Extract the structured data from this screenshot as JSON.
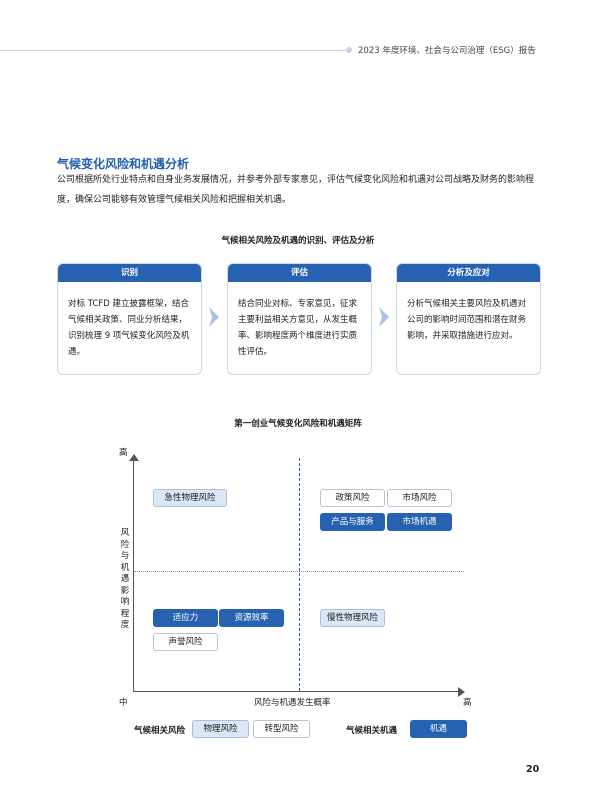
{
  "header": {
    "report_title": "2023 年度环境、社会与公司治理（ESG）报告"
  },
  "section": {
    "title": "气候变化风险和机遇分析",
    "paragraph": "公司根据所处行业特点和自身业务发展情况，并参考外部专家意见，评估气候变化风险和机遇对公司战略及财务的影响程度，确保公司能够有效管理气候相关风险和把握相关机遇。"
  },
  "flow": {
    "title": "气候相关风险及机遇的识别、评估及分析",
    "steps": [
      {
        "title": "识别",
        "body": "对标 TCFD 建立披露框架，结合气候相关政策、同业分析结果，识别梳理 9 项气候变化风险及机遇。"
      },
      {
        "title": "评估",
        "body": "结合同业对标、专家意见，征求主要利益相关方意见，从发生概率、影响程度两个维度进行实质性评估。"
      },
      {
        "title": "分析及应对",
        "body": "分析气候相关主要风险及机遇对公司的影响时间范围和潜在财务影响，并采取措施进行应对。"
      }
    ]
  },
  "matrix": {
    "title": "第一创业气候变化风险和机遇矩阵",
    "y_axis_label": "风险与机遇影响程度",
    "x_axis_label": "风险与机遇发生概率",
    "y_high": "高",
    "origin": "中",
    "x_high": "高",
    "items": [
      {
        "label": "急性物理风险",
        "type": "physical"
      },
      {
        "label": "政策风险",
        "type": "transition"
      },
      {
        "label": "市场风险",
        "type": "transition"
      },
      {
        "label": "产品与服务",
        "type": "opportunity"
      },
      {
        "label": "市场机遇",
        "type": "opportunity"
      },
      {
        "label": "适应力",
        "type": "opportunity"
      },
      {
        "label": "资源效率",
        "type": "opportunity"
      },
      {
        "label": "声誉风险",
        "type": "transition"
      },
      {
        "label": "慢性物理风险",
        "type": "physical"
      }
    ]
  },
  "legend": {
    "risk_label": "气候相关风险",
    "physical": "物理风险",
    "transition": "转型风险",
    "opp_label": "气候相关机遇",
    "opportunity": "机遇"
  },
  "colors": {
    "accent": "#2662b1",
    "physical_fill": "#dbe7f6",
    "title": "#1f5fae"
  },
  "page_number": "20"
}
